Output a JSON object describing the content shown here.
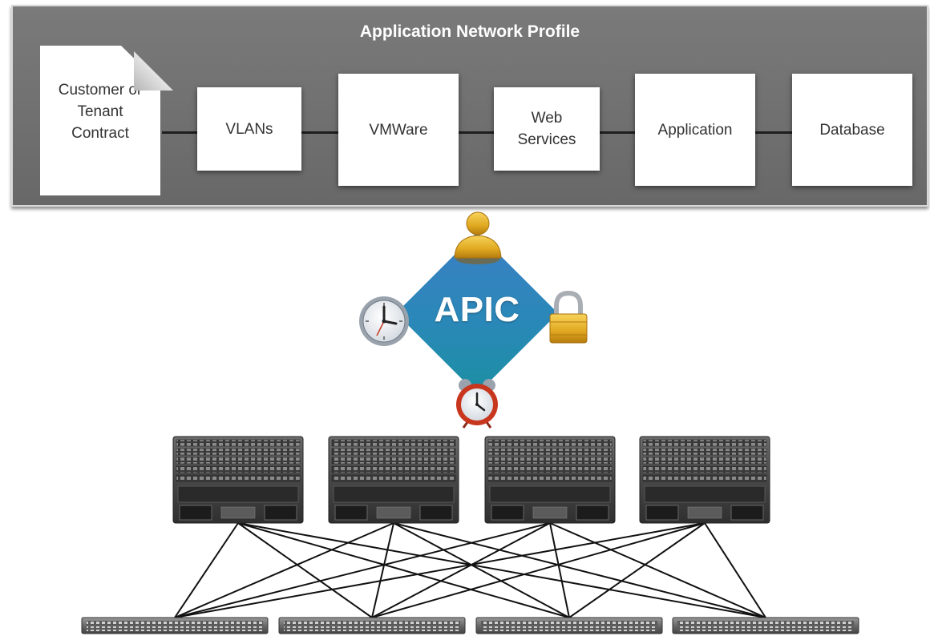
{
  "profile": {
    "title": "Application Network Profile",
    "boxes": [
      {
        "name": "customer-or-tenant-contract",
        "label": "Customer or\nTenant\nContract"
      },
      {
        "name": "vlans",
        "label": "VLANs"
      },
      {
        "name": "vmware",
        "label": "VMWare"
      },
      {
        "name": "web-services",
        "label": "Web\nServices"
      },
      {
        "name": "application",
        "label": "Application"
      },
      {
        "name": "database",
        "label": "Database"
      }
    ]
  },
  "controller": {
    "label": "APIC",
    "icons": [
      "user-icon",
      "clock-icon",
      "lock-icon",
      "alarm-clock-icon"
    ],
    "colors": {
      "diamond_top": "#3b7fc4",
      "diamond_bottom": "#1c8fa3",
      "icon_gold": "#e0a820",
      "alarm_red": "#c8361e"
    }
  },
  "fabric": {
    "spine_count": 4,
    "leaf_count": 4,
    "full_mesh": true
  }
}
